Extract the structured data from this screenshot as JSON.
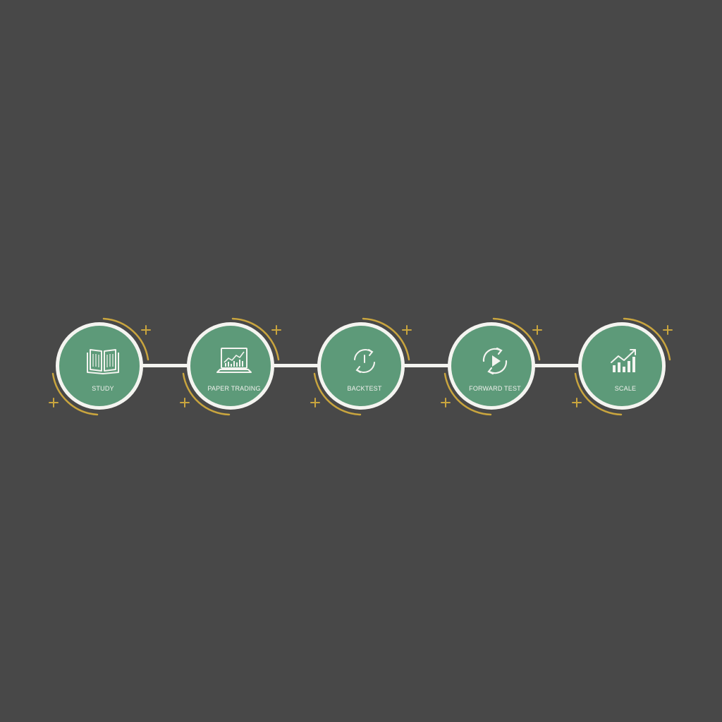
{
  "colors": {
    "background": "#484848",
    "node_fill": "#5d9a79",
    "node_ring": "#f4f4f0",
    "connector": "#f4f4f0",
    "accent_gold": "#c9a53e",
    "label": "#f2f2ee"
  },
  "steps": [
    {
      "label": "STUDY",
      "icon": "open-book-icon"
    },
    {
      "label": "PAPER TRADING",
      "icon": "laptop-chart-icon"
    },
    {
      "label": "BACKTEST",
      "icon": "history-cycle-icon"
    },
    {
      "label": "FORWARD TEST",
      "icon": "cycle-play-icon"
    },
    {
      "label": "SCALE",
      "icon": "growth-chart-icon"
    }
  ]
}
